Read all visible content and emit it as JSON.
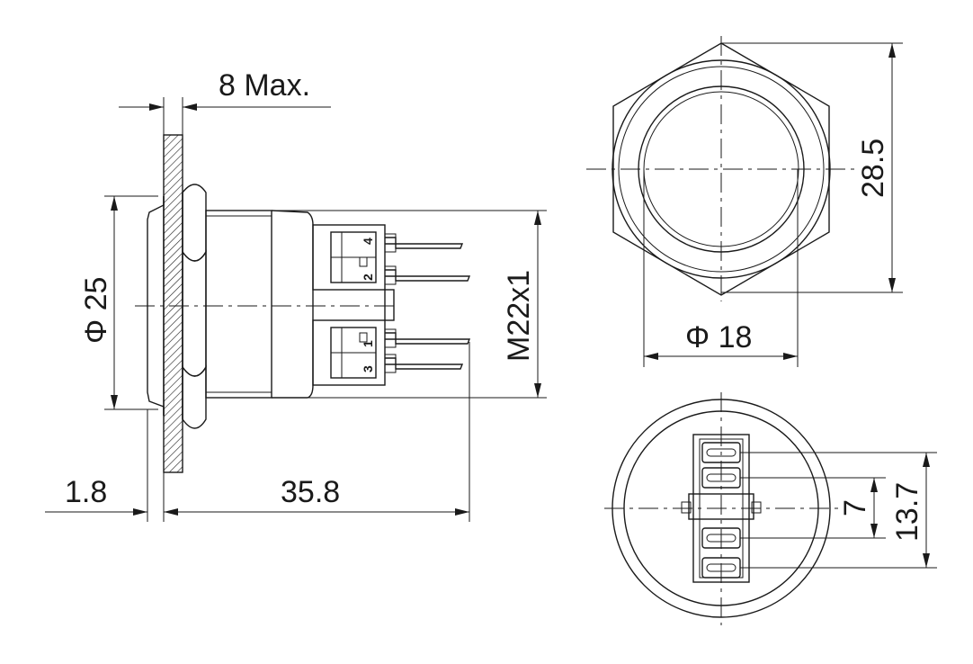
{
  "dimensions": {
    "max_depth": "8 Max.",
    "head_diameter": "Φ 25",
    "thread": "M22x1",
    "flange_thickness": "1.8",
    "body_length": "35.8",
    "hex_across_corners": "28.5",
    "ring_diameter": "Φ 18",
    "terminal_spacing_inner": "7",
    "terminal_spacing_outer": "13.7"
  },
  "terminals": {
    "t1": "1",
    "t2": "2",
    "t3": "3",
    "t4": "4"
  },
  "colors": {
    "line": "#1a1a1a",
    "background": "#ffffff"
  }
}
